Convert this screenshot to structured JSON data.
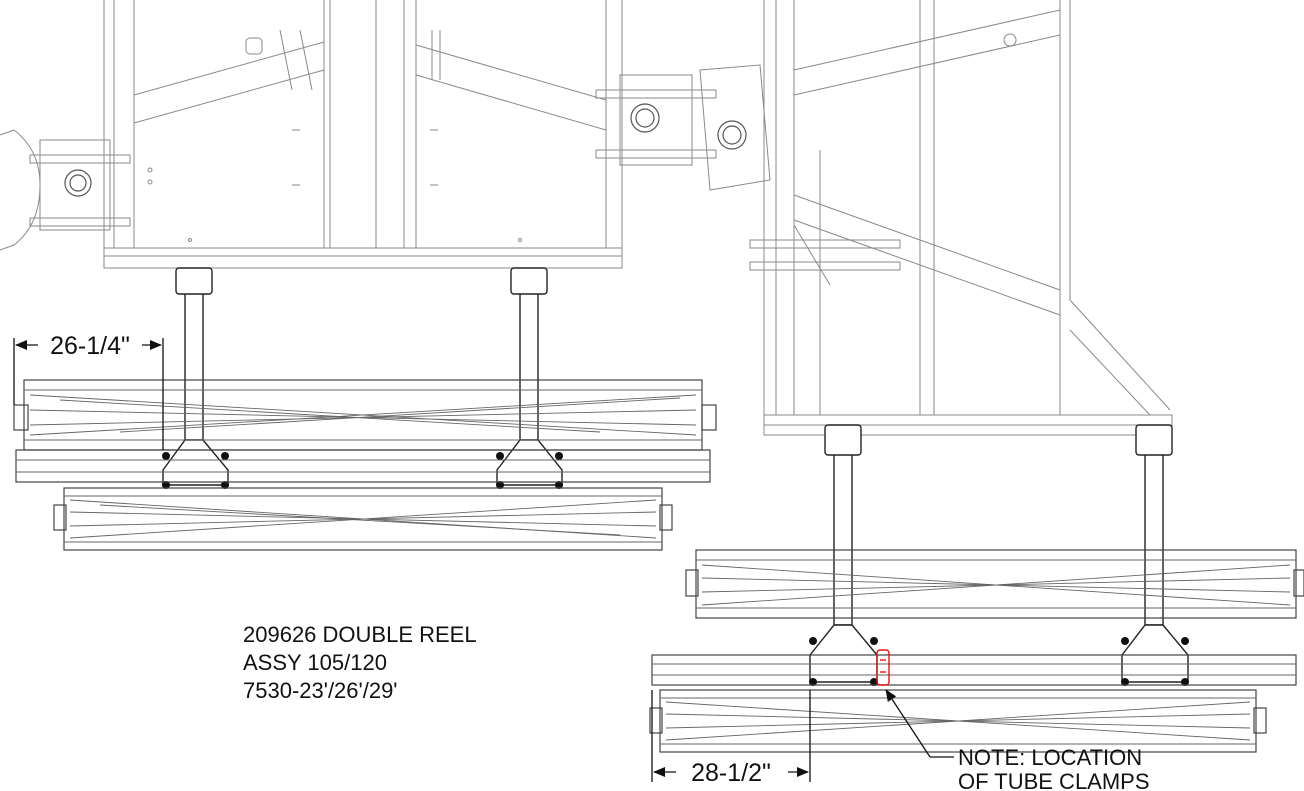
{
  "drawing": {
    "caption_lines": [
      "209626 DOUBLE REEL",
      "ASSY 105/120",
      "7530-23'/26'/29'"
    ],
    "left_dimension": "26-1/4\"",
    "right_dimension": "28-1/2\"",
    "note_lines": [
      "NOTE: LOCATION",
      "OF TUBE CLAMPS"
    ],
    "colors": {
      "line": "#444444",
      "frame": "#8a8a8a",
      "clamp_highlight": "#e0141b",
      "text": "#111111"
    }
  }
}
